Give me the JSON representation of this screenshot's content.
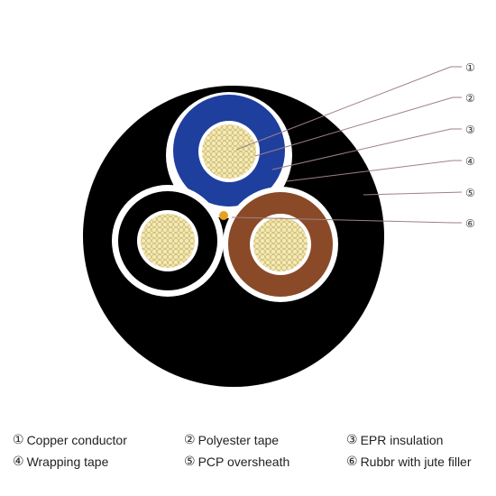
{
  "colors": {
    "outer_sheath": "#000000",
    "blue_insulation": "#1f3f9e",
    "brown_insulation": "#8a4a28",
    "black_insulation": "#000000",
    "tape": "#ffffff",
    "conductor": "#f2e6a8",
    "filler": "#e8a020",
    "leader_line": "#a08080"
  },
  "callouts": [
    {
      "num": "①"
    },
    {
      "num": "②"
    },
    {
      "num": "③"
    },
    {
      "num": "④"
    },
    {
      "num": "⑤"
    },
    {
      "num": "⑥"
    }
  ],
  "legend": [
    {
      "num": "①",
      "label": "Copper conductor"
    },
    {
      "num": "②",
      "label": "Polyester tape"
    },
    {
      "num": "③",
      "label": "EPR insulation"
    },
    {
      "num": "④",
      "label": "Wrapping tape"
    },
    {
      "num": "⑤",
      "label": "PCP oversheath"
    },
    {
      "num": "⑥",
      "label": "Rubbr with jute filler"
    }
  ]
}
